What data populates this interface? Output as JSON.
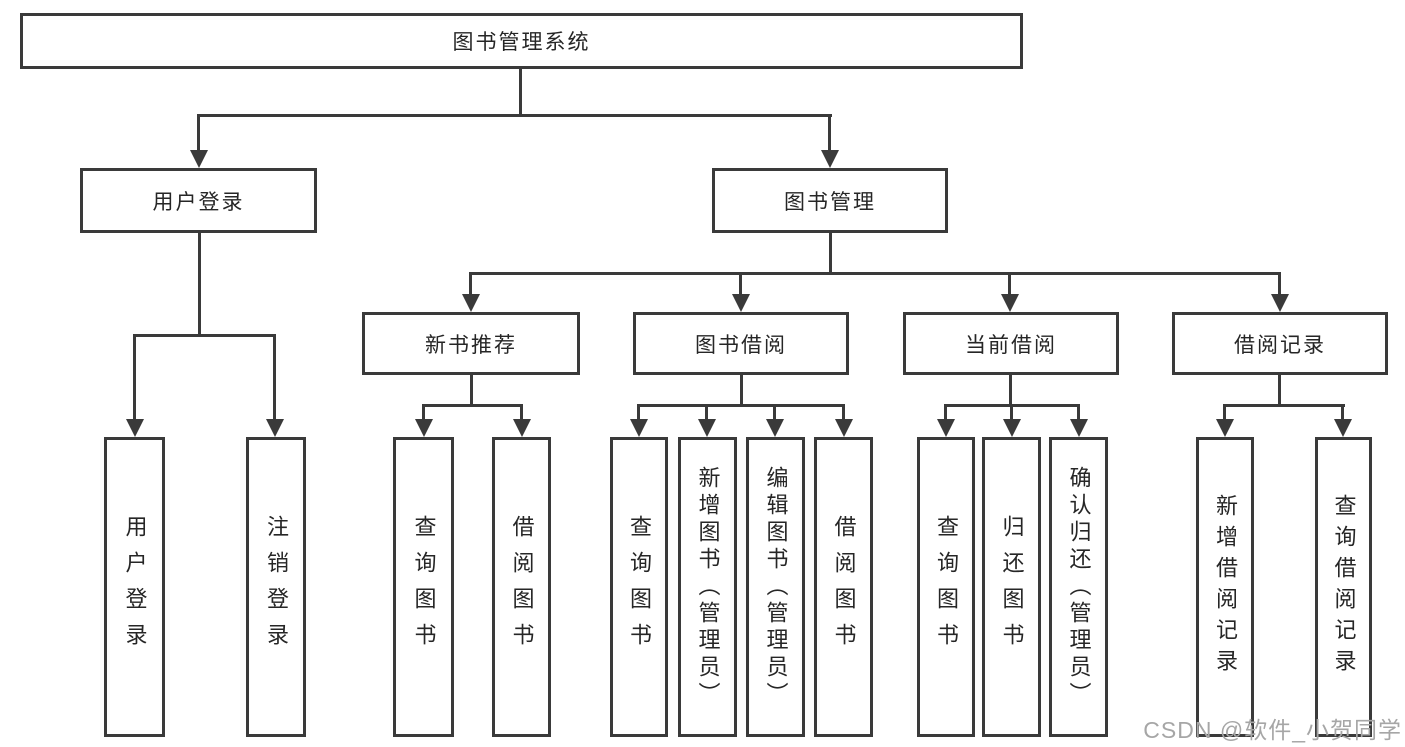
{
  "diagram": {
    "title": "图书管理系统",
    "type": "tree",
    "colors": {
      "line": "#3a3a3a",
      "box_border": "#3a3a3a",
      "box_fill": "#ffffff",
      "text": "#262626",
      "background": "#ffffff",
      "watermark": "#a6a6a6"
    },
    "nodes": {
      "root": {
        "label": "图书管理系统",
        "parent": null
      },
      "user_login": {
        "label": "用户登录",
        "parent": "root"
      },
      "book_mgmt": {
        "label": "图书管理",
        "parent": "root"
      },
      "leaf_user_login": {
        "label": "用户登录",
        "parent": "user_login"
      },
      "leaf_logout": {
        "label": "注销登录",
        "parent": "user_login"
      },
      "new_book_rec": {
        "label": "新书推荐",
        "parent": "book_mgmt"
      },
      "book_borrow": {
        "label": "图书借阅",
        "parent": "book_mgmt"
      },
      "current_borrow": {
        "label": "当前借阅",
        "parent": "book_mgmt"
      },
      "borrow_record": {
        "label": "借阅记录",
        "parent": "book_mgmt"
      },
      "leaf_query_book_1": {
        "label": "查询图书",
        "parent": "new_book_rec"
      },
      "leaf_borrow_book_1": {
        "label": "借阅图书",
        "parent": "new_book_rec"
      },
      "leaf_query_book_2": {
        "label": "查询图书",
        "parent": "book_borrow"
      },
      "leaf_add_book": {
        "label": "新增图书（管理员）",
        "parent": "book_borrow"
      },
      "leaf_edit_book": {
        "label": "编辑图书（管理员）",
        "parent": "book_borrow"
      },
      "leaf_borrow_book_2": {
        "label": "借阅图书",
        "parent": "book_borrow"
      },
      "leaf_query_book_3": {
        "label": "查询图书",
        "parent": "current_borrow"
      },
      "leaf_return_book": {
        "label": "归还图书",
        "parent": "current_borrow"
      },
      "leaf_confirm_return": {
        "label": "确认归还（管理员）",
        "parent": "current_borrow"
      },
      "leaf_add_record": {
        "label": "新增借阅记录",
        "parent": "borrow_record"
      },
      "leaf_query_record": {
        "label": "查询借阅记录",
        "parent": "borrow_record"
      }
    }
  },
  "watermark": {
    "text": "CSDN @软件_小贺同学"
  }
}
